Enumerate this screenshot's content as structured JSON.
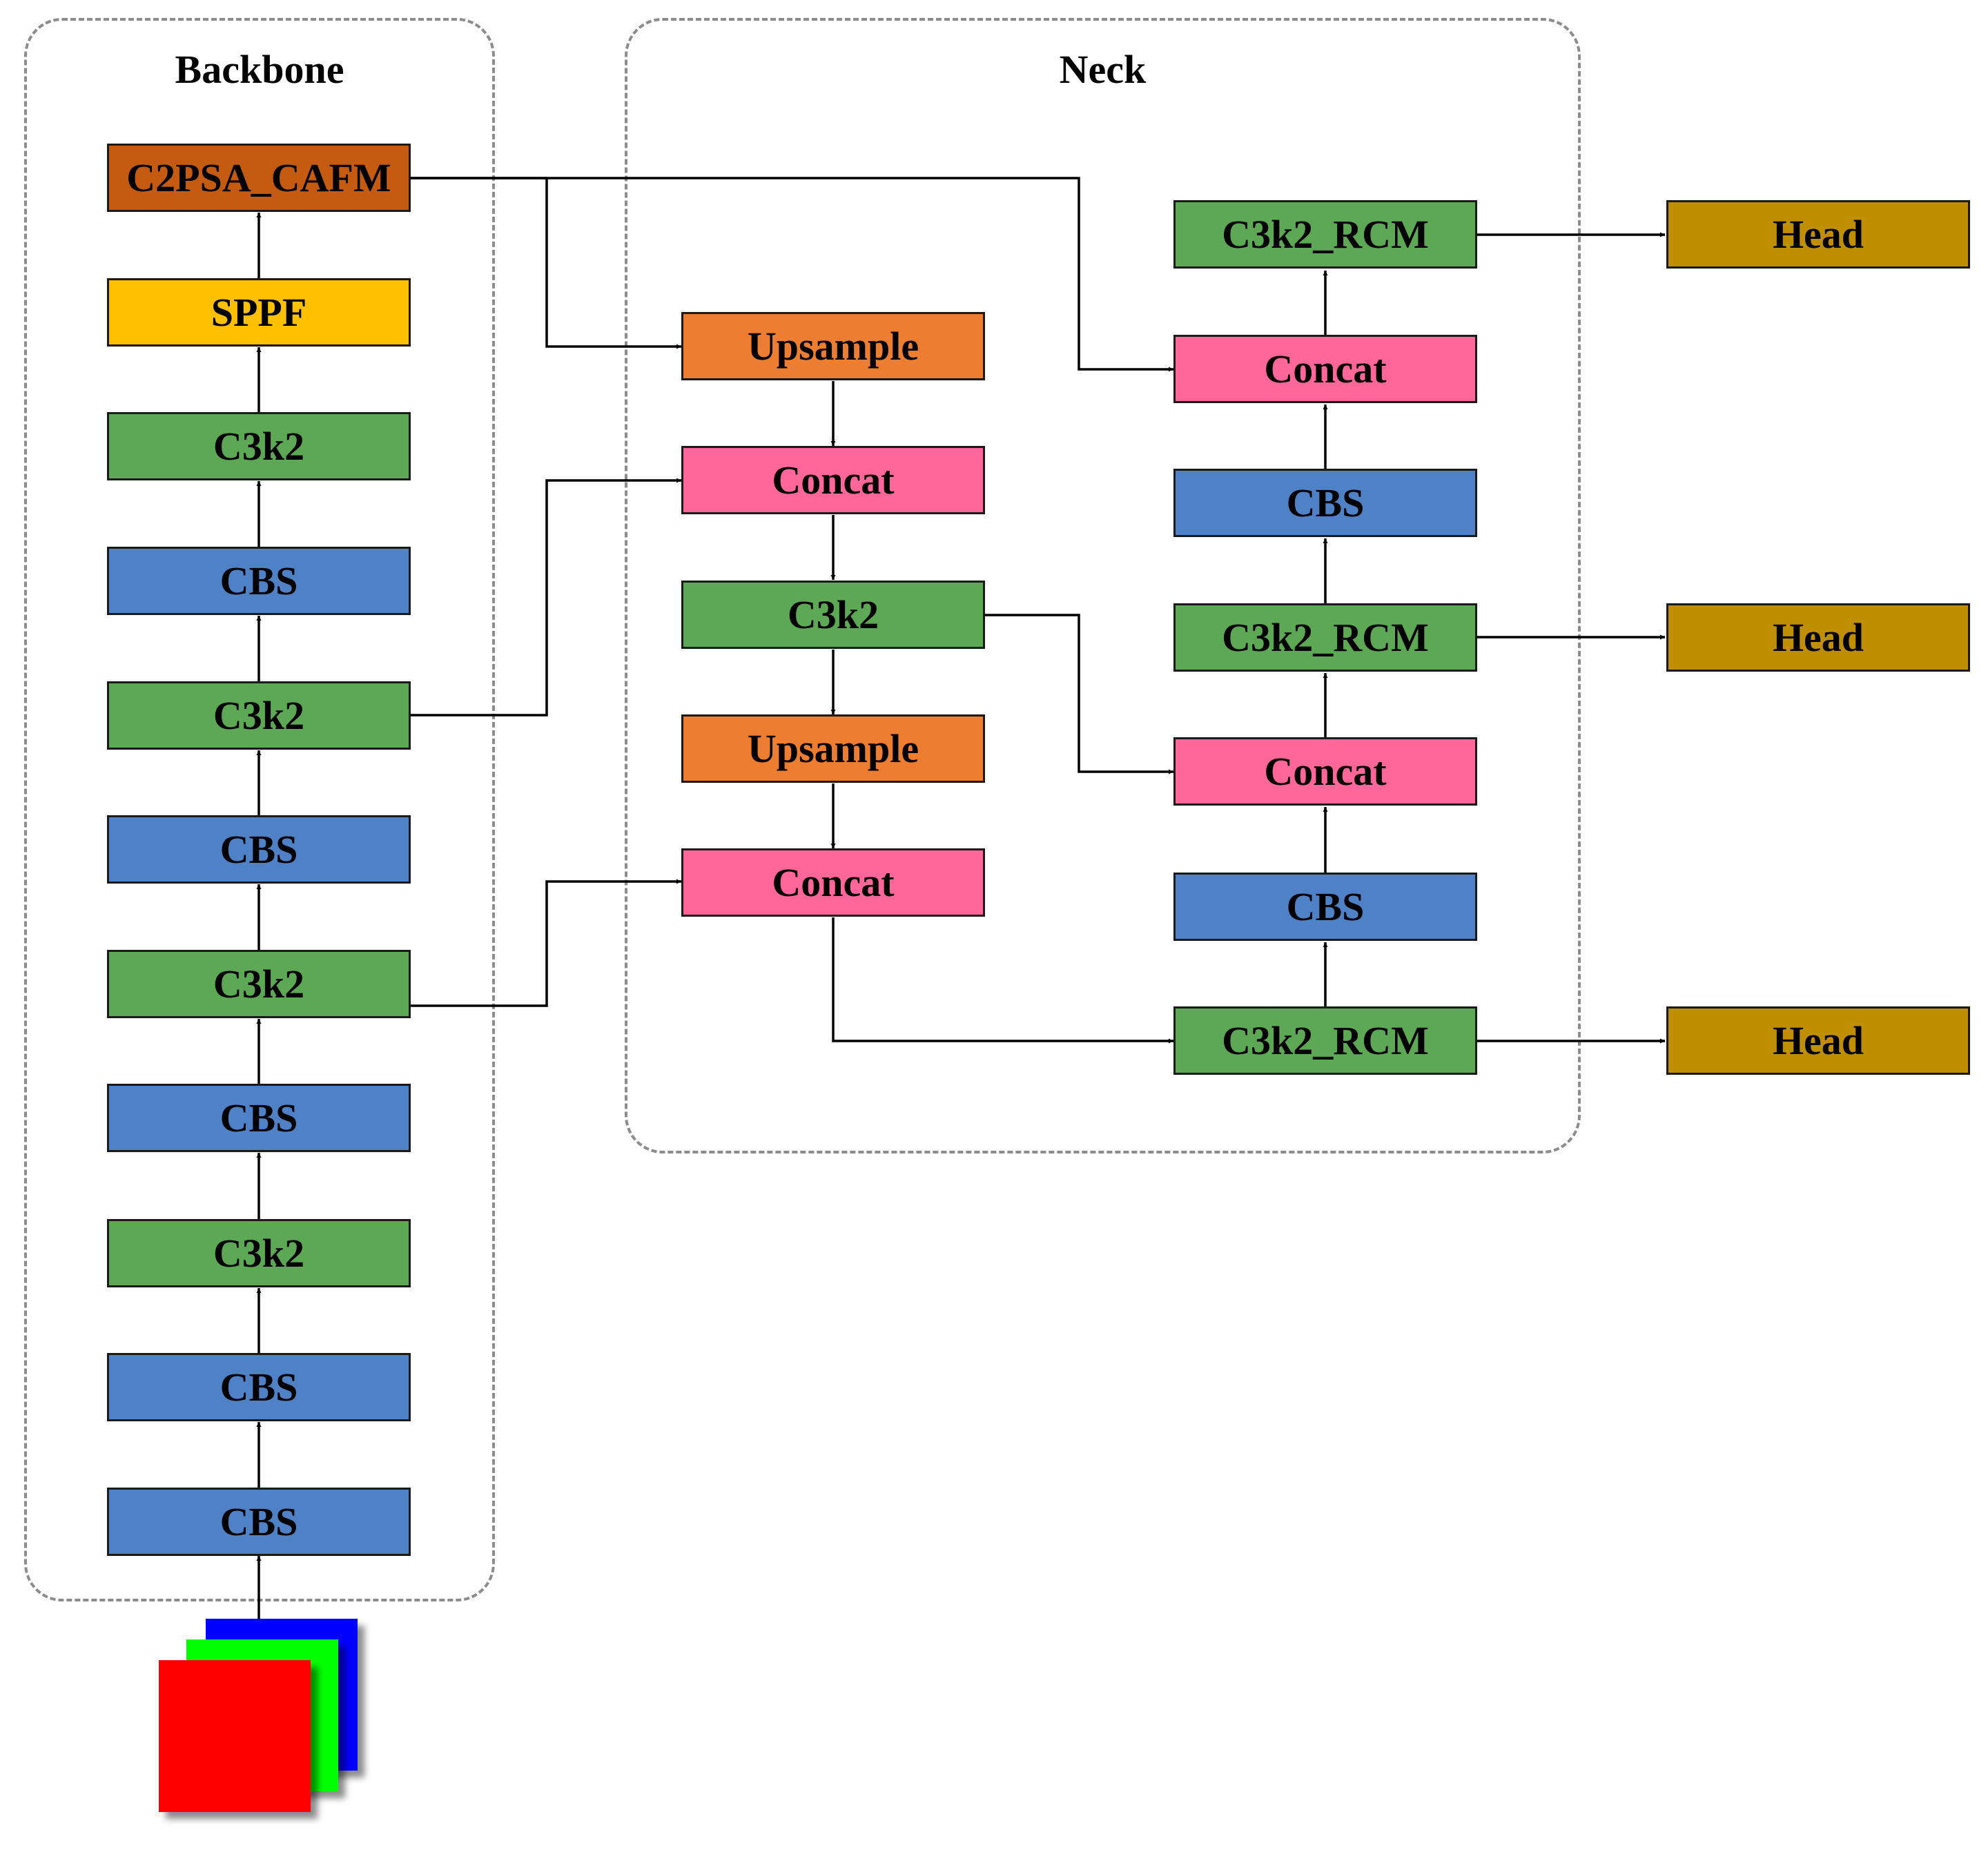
{
  "groups": {
    "backbone_title": "Backbone",
    "neck_title": "Neck"
  },
  "backbone": {
    "blocks": [
      "CBS",
      "CBS",
      "C3k2",
      "CBS",
      "C3k2",
      "CBS",
      "C3k2",
      "CBS",
      "C3k2",
      "SPPF",
      "C2PSA_CAFM"
    ]
  },
  "neck": {
    "left": [
      "Upsample",
      "Concat",
      "C3k2",
      "Upsample",
      "Concat"
    ],
    "right": [
      "C3k2_RCM",
      "Concat",
      "CBS",
      "C3k2_RCM",
      "Concat",
      "CBS",
      "C3k2_RCM"
    ]
  },
  "heads": [
    "Head",
    "Head",
    "Head"
  ],
  "input_image": {
    "description_icon": "rgb-input-layers-icon",
    "colors": [
      "#0000ff",
      "#00ff00",
      "#ff0000"
    ]
  },
  "palette": {
    "cbs": "#4f81c7",
    "c3k2": "#5da855",
    "sppf": "#ffc000",
    "c2psa": "#c55a11",
    "upsample": "#ed7d31",
    "concat": "#ff6699",
    "head": "#bf8f00"
  }
}
